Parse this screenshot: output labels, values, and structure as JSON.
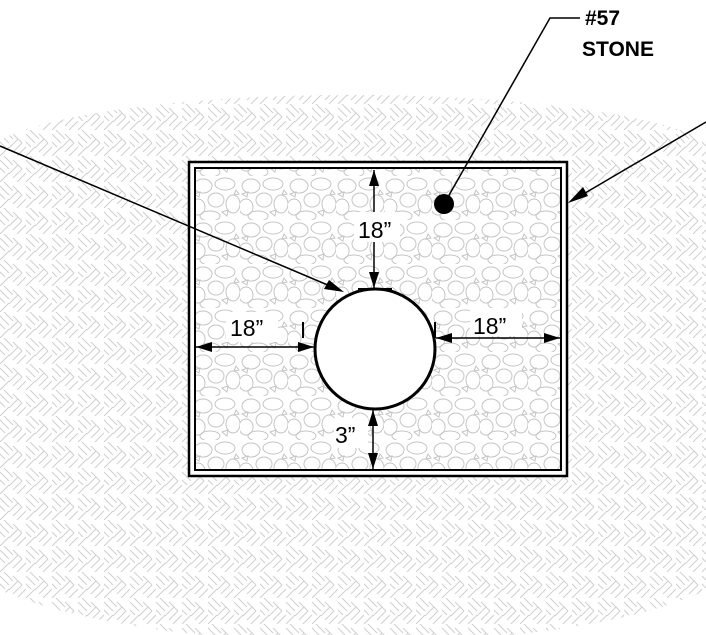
{
  "callouts": {
    "stone_line1": "#57",
    "stone_line2": "STONE"
  },
  "dimensions": {
    "top_cover": "18”",
    "left_side": "18”",
    "right_side": "18”",
    "bottom_bedding": "3”"
  },
  "colors": {
    "line": "#000000",
    "soil_hatch": "#cfcfcf",
    "stone_outline": "#c4c4c4",
    "background": "#ffffff"
  }
}
